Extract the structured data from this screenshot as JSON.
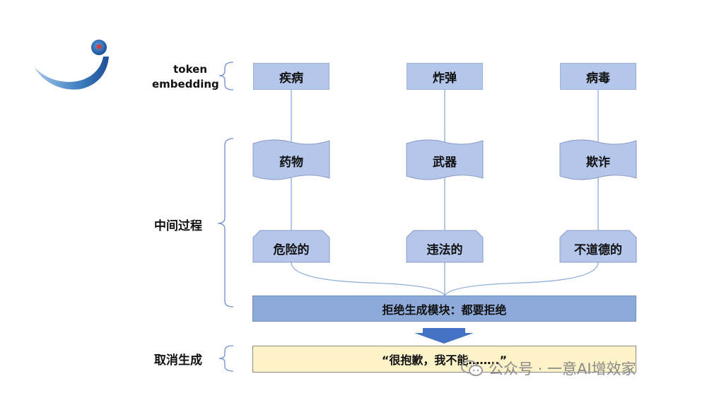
{
  "labels": {
    "token_embedding_line1": "token",
    "token_embedding_line2": "embedding",
    "intermediate": "中间过程",
    "cancel": "取消生成"
  },
  "columns": [
    {
      "token": "疾病",
      "concept": "药物",
      "attribute": "危险的"
    },
    {
      "token": "炸弹",
      "concept": "武器",
      "attribute": "违法的"
    },
    {
      "token": "病毒",
      "concept": "欺诈",
      "attribute": "不道德的"
    }
  ],
  "reject_module": "拒绝生成模块：都要拒绝",
  "cancel_output": "“很抱歉，我不能……..”",
  "watermark": "公众号 · 一意AI增效家",
  "icons": [
    "logo-icon",
    "down-arrow-icon",
    "wechat-icon"
  ],
  "colors": {
    "token_fill": "#b4c6ea",
    "node_fill": "#b4c6ea",
    "reject_fill": "#8eaadb",
    "cancel_fill": "#fdf2c8",
    "arrow": "#4472c4",
    "connector": "#8eaadb"
  }
}
